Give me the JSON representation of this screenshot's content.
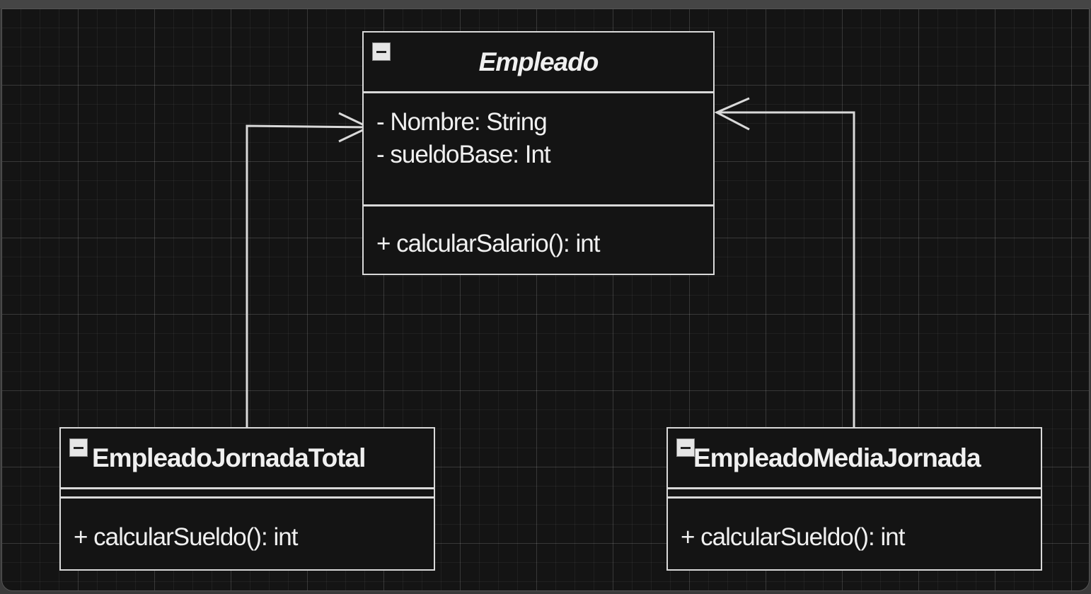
{
  "diagram": {
    "classes": [
      {
        "id": "empleado",
        "name": "Empleado",
        "abstract": true,
        "attributes": [
          "- Nombre: String",
          "- sueldoBase: Int"
        ],
        "methods": [
          "+ calcularSalario(): int"
        ]
      },
      {
        "id": "jornada-total",
        "name": "EmpleadoJornadaTotal",
        "abstract": false,
        "attributes": [],
        "methods": [
          "+ calcularSueldo(): int"
        ]
      },
      {
        "id": "media-jornada",
        "name": "EmpleadoMediaJornada",
        "abstract": false,
        "attributes": [],
        "methods": [
          "+ calcularSueldo(): int"
        ]
      }
    ],
    "relations": [
      {
        "type": "association",
        "from": "jornada-total",
        "to": "empleado"
      },
      {
        "type": "association",
        "from": "media-jornada",
        "to": "empleado"
      }
    ],
    "colors": {
      "background": "#141414",
      "stroke": "#d9d9d9",
      "text": "#f0f0f0"
    }
  }
}
